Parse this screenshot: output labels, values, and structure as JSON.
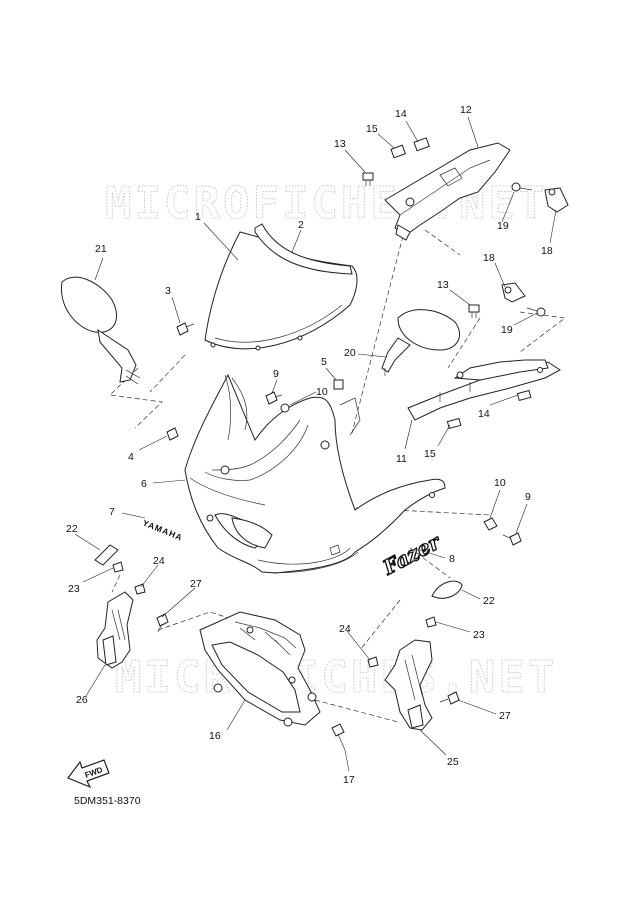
{
  "watermark": "MICROFICHES.NET",
  "diagram_code": "5DM351-8370",
  "fwd_label": "FWD",
  "decal_brand": "YAMAHA",
  "decal_model": "Fazer",
  "callouts": {
    "c1": "1",
    "c2": "2",
    "c3": "3",
    "c4": "4",
    "c5": "5",
    "c6": "6",
    "c7": "7",
    "c8": "8",
    "c9a": "9",
    "c9b": "9",
    "c10a": "10",
    "c10b": "10",
    "c11": "11",
    "c12": "12",
    "c13a": "13",
    "c13b": "13",
    "c14a": "14",
    "c14b": "14",
    "c15a": "15",
    "c15b": "15",
    "c16": "16",
    "c17": "17",
    "c18a": "18",
    "c18b": "18",
    "c19a": "19",
    "c19b": "19",
    "c20": "20",
    "c21": "21",
    "c22a": "22",
    "c22b": "22",
    "c23a": "23",
    "c23b": "23",
    "c24a": "24",
    "c24b": "24",
    "c25": "25",
    "c26": "26",
    "c27a": "27",
    "c27b": "27"
  }
}
